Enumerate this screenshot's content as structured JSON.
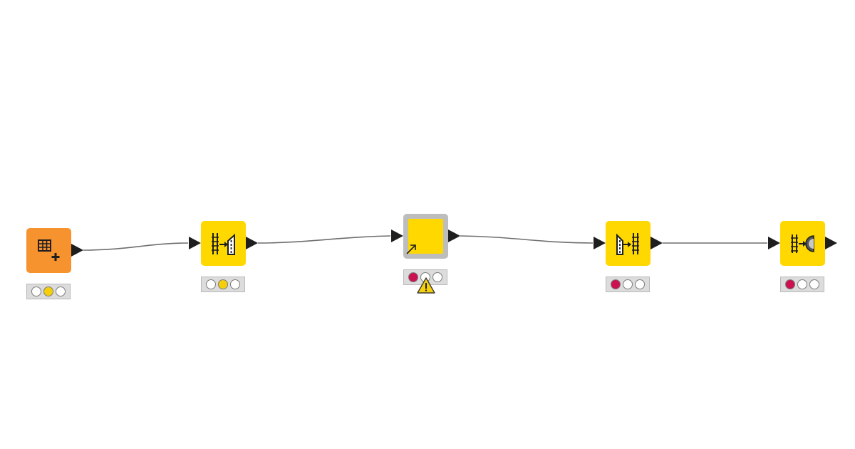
{
  "workflow": {
    "colors": {
      "source_node": "#f7932f",
      "manipulator_node": "#ffd800",
      "component_frame": "#bdbdbd",
      "port": "#1e1e1e",
      "connection": "#6e6e6e",
      "light_idle": "#ffffff",
      "light_configured": "#f5cf0a",
      "light_error": "#cc1150",
      "warning": "#f5cf0a"
    },
    "nodes": [
      {
        "kind": "table-creator",
        "icon": "table-plus-icon",
        "status": [
          "off",
          "configured",
          "off"
        ]
      },
      {
        "kind": "column-filter",
        "icon": "column-filter-icon",
        "status": [
          "off",
          "configured",
          "off"
        ]
      },
      {
        "kind": "component",
        "icon": "component-link-icon",
        "status": [
          "error",
          "off",
          "off"
        ],
        "warning": true
      },
      {
        "kind": "column-splitter",
        "icon": "column-split-icon",
        "status": [
          "error",
          "off",
          "off"
        ]
      },
      {
        "kind": "column-merger",
        "icon": "column-merge-icon",
        "status": [
          "error",
          "off",
          "off"
        ]
      }
    ],
    "connections": [
      {
        "from": 0,
        "to": 1
      },
      {
        "from": 1,
        "to": 2
      },
      {
        "from": 2,
        "to": 3
      },
      {
        "from": 3,
        "to": 4
      }
    ]
  }
}
